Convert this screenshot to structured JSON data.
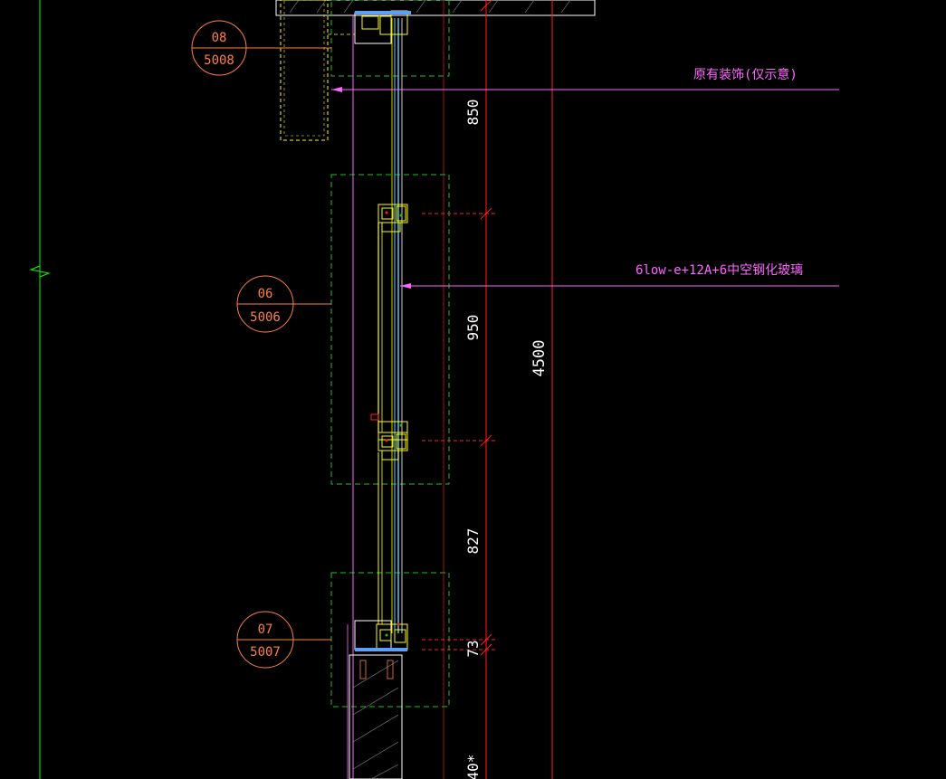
{
  "callouts": [
    {
      "id": "08",
      "sheet": "5008"
    },
    {
      "id": "06",
      "sheet": "5006"
    },
    {
      "id": "07",
      "sheet": "5007"
    }
  ],
  "annotations": {
    "existing_finish": "原有装饰(仅示意)",
    "glass_spec": "6low-e+12A+6中空钢化玻璃"
  },
  "dimensions": {
    "segment_1": "850",
    "segment_2": "950",
    "segment_3": "827",
    "segment_4": "73",
    "segment_5": "40*",
    "total": "4500"
  },
  "colors": {
    "background": "#000000",
    "callout": "#ff8040",
    "dimension": "#ff2020",
    "leader": "#ff66ff",
    "detail_box": "#20c020",
    "frame": "#ffff00",
    "glass": "#66ccff",
    "grid_line": "#00ff00",
    "dim_text": "#ffffff"
  }
}
